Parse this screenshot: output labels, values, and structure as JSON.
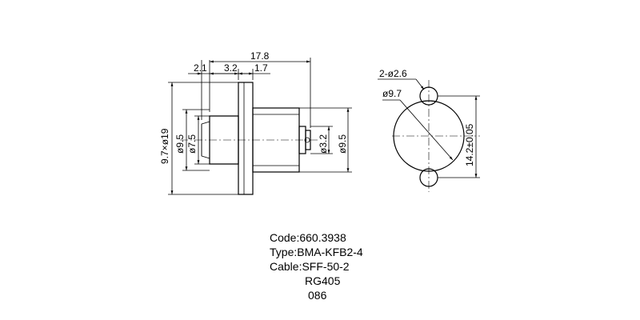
{
  "side_view": {
    "dimensions": {
      "overall_length": "17.8",
      "d1": "2.1",
      "d2": "3.2",
      "d3": "1.7",
      "flange": "9.7×ø19",
      "body_dia": "ø9.5",
      "inner_dia": "ø7.5",
      "pin_dia": "ø3.2",
      "rear_dia": "ø9.5"
    }
  },
  "front_view": {
    "dimensions": {
      "holes": "2-ø2.6",
      "body_dia": "ø9.7",
      "hole_spacing": "14.2±0.05"
    }
  },
  "info": {
    "code": "Code:660.3938",
    "type": "Type:BMA-KFB2-4",
    "cable": "Cable:SFF-50-2",
    "cable_alt1": "RG405",
    "cable_alt2": "086"
  }
}
